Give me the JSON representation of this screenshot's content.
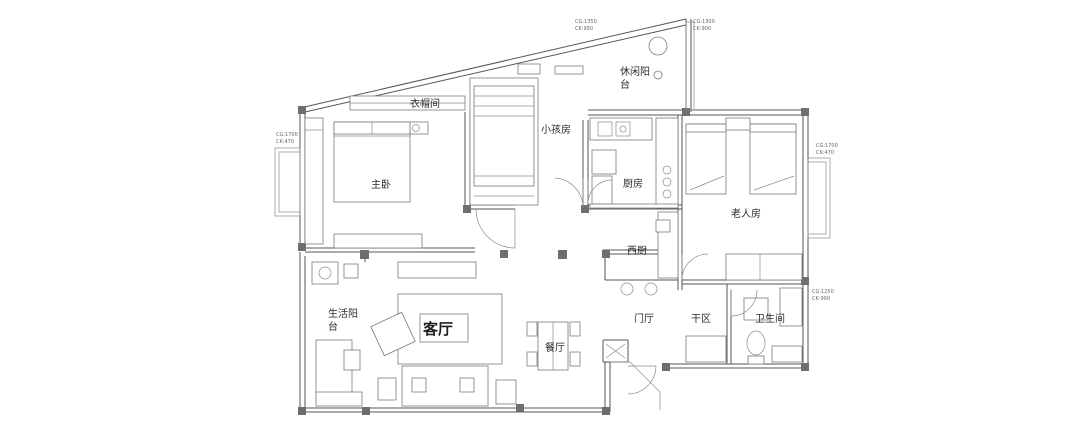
{
  "rooms": {
    "cloakroom": "衣帽间",
    "kids_room": "小孩房",
    "leisure_balcony_1": "休闲阳",
    "leisure_balcony_2": "台",
    "master_bedroom": "主卧",
    "kitchen": "厨房",
    "elders_room": "老人房",
    "western_kitchen": "西厨",
    "utility_balcony_1": "生活阳",
    "utility_balcony_2": "台",
    "living_room": "客厅",
    "entrance": "门厅",
    "dry_zone": "干区",
    "bathroom": "卫生间",
    "dining_room": "餐厅"
  },
  "window_notes": {
    "top_mid_1": "CG:1350",
    "top_mid_2": "CK:950",
    "top_right_1": "CG:1300",
    "top_right_2": "CK:900",
    "left_1": "CG:1700",
    "left_2": "CK:470",
    "right_1": "CG:1700",
    "right_2": "CK:470",
    "right_low_1": "CG:1250",
    "right_low_2": "CK:900"
  }
}
